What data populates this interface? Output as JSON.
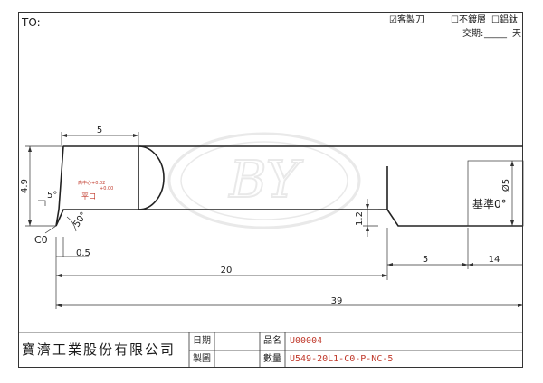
{
  "header": {
    "to_label": "TO:",
    "custom_option": "☑客製刀",
    "no_coating_option": "☐不鍍層",
    "tialn_option": "☐鋁鈦",
    "delivery_label": "交期:",
    "delivery_value": "_____",
    "delivery_unit": "天"
  },
  "drawing": {
    "dims": {
      "width_top": "5",
      "height_left": "4.9",
      "angle_left": "5°",
      "angle_bottom": "50°",
      "chamfer": "C0",
      "bottom_offset": "0.5",
      "length_20": "20",
      "length_5": "5",
      "length_14": "14",
      "length_39": "39",
      "height_12": "1.2",
      "diameter": "Ø5",
      "datum": "基準0°"
    },
    "notes": {
      "center_height": "高中心+0.02",
      "center_height_tol": "+0.00",
      "flat": "平口"
    },
    "watermark": "BY"
  },
  "title_block": {
    "company": "寶濟工業股份有限公司",
    "date_label": "日期",
    "date_value": "",
    "drawer_label": "製圖",
    "drawer_value": "",
    "item_label": "品名",
    "item_value": "U00004",
    "qty_label": "數量",
    "qty_value": "U549-20L1-C0-P-NC-5"
  }
}
